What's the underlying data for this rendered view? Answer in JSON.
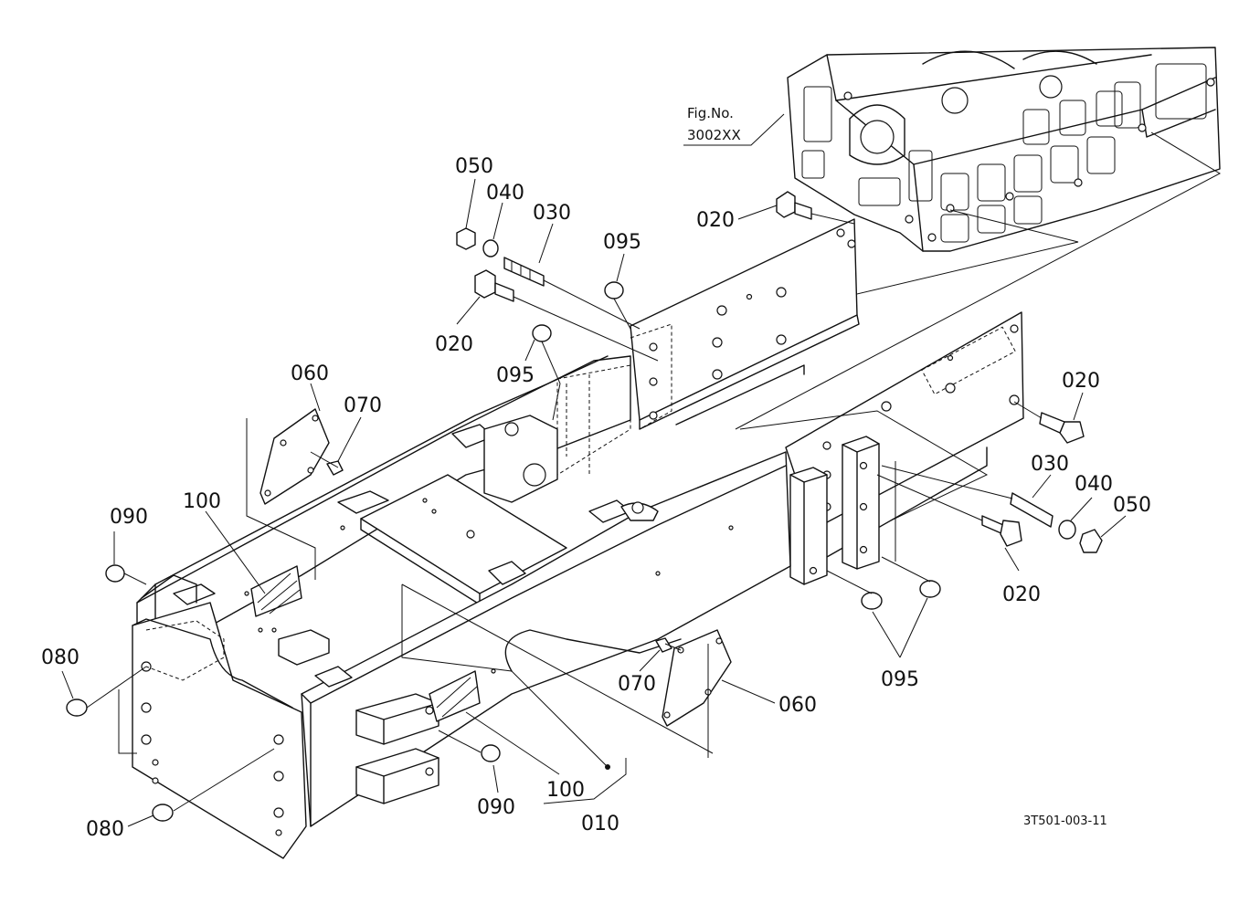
{
  "figure_reference": {
    "line1": "Fig.No.",
    "line2": "3002XX"
  },
  "drawing_code": "3T501-003-11",
  "callouts": {
    "c050a": "050",
    "c040a": "040",
    "c030a": "030",
    "c020a": "020",
    "c095a": "095",
    "c020b": "020",
    "c095b": "095",
    "c060a": "060",
    "c070a": "070",
    "c100a": "100",
    "c090a": "090",
    "c080a": "080",
    "c080b": "080",
    "c020c": "020",
    "c030b": "030",
    "c040b": "040",
    "c050b": "050",
    "c020d": "020",
    "c095c": "095",
    "c070b": "070",
    "c060b": "060",
    "c100b": "100",
    "c090b": "090",
    "c010": "010"
  }
}
